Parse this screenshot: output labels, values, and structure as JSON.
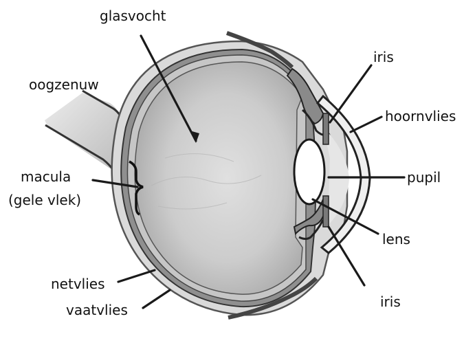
{
  "labels": {
    "glasvocht": "glasvocht",
    "oogzenuw": "oogzenuw",
    "macula_line1": "macula",
    "macula_line2": "(gele vlek)",
    "netvlies": "netvlies",
    "vaatvlies": "vaatvlies",
    "iris_top": "iris",
    "hoornvlies": "hoornvlies",
    "pupil": "pupil",
    "lens": "lens",
    "iris_bottom": "iris"
  },
  "colors": {
    "sclera": "#d9d9d9",
    "choroid": "#8c8c8c",
    "retina": "#c4c4c4",
    "vitreous": "#c9c9c9",
    "outline": "#1a1a1a"
  }
}
